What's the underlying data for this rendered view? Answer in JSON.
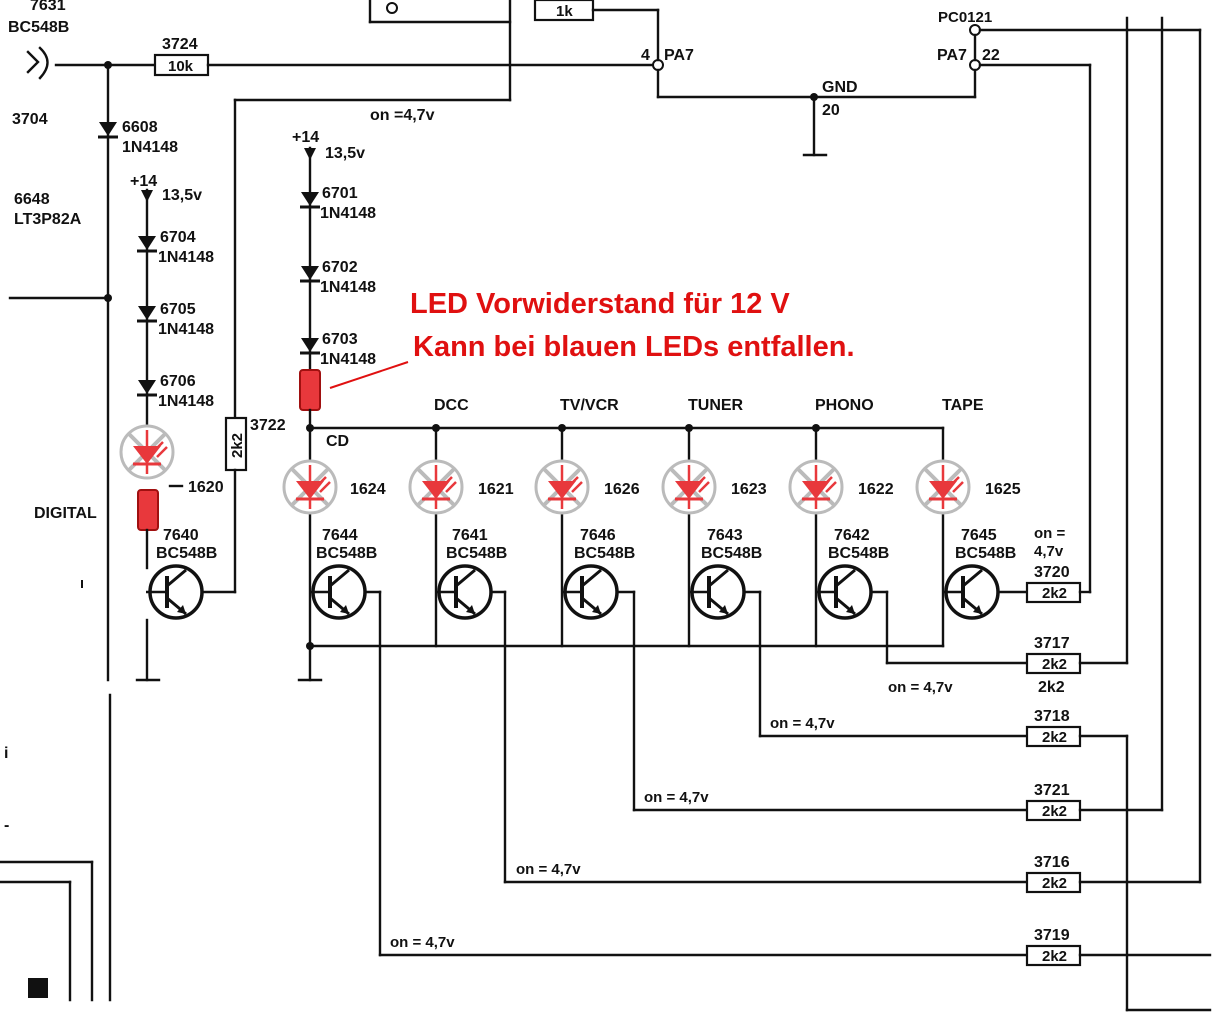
{
  "colors": {
    "ink": "#111111",
    "note": "#e01010",
    "led_red": "#e8383c"
  },
  "top": {
    "part_7631": "7631",
    "part_bc548b_top": "BC548B",
    "r3724_ref": "3724",
    "r3724_val": "10k",
    "part_3704": "3704",
    "top_box_val": "1k",
    "pa7_left_pin": "4",
    "pa7_left": "PA7",
    "conn_top_right": "PC0121",
    "pa7_right": "PA7",
    "pa7_right_pin": "22",
    "gnd": "GND",
    "gnd_pin": "20",
    "on_top": "on =4,7v"
  },
  "left": {
    "d6608": "6608",
    "d6608_type": "1N4148",
    "part_6648": "6648",
    "part_6648_type": "LT3P82A",
    "plus14": "+14",
    "v135": "13,5v",
    "d6704": "6704",
    "d6705": "6705",
    "d6706": "6706",
    "diode_type": "1N4148",
    "led_1620": "1620",
    "digital": "DIGITAL",
    "t7640": "7640",
    "t7640_type": "BC548B",
    "r3722_ref": "3722",
    "r3722_val": "2k2"
  },
  "middle": {
    "plus14": "+14",
    "v135": "13,5v",
    "d6701": "6701",
    "d6702": "6702",
    "d6703": "6703",
    "diode_type": "1N4148"
  },
  "note": {
    "line1": "LED  Vorwiderstand für 12 V",
    "line2": "Kann bei blauen LEDs entfallen."
  },
  "channels": [
    {
      "name": "CD",
      "led": "1624",
      "transistor": "7644",
      "type": "BC548B"
    },
    {
      "name": "DCC",
      "led": "1621",
      "transistor": "7641",
      "type": "BC548B"
    },
    {
      "name": "TV/VCR",
      "led": "1626",
      "transistor": "7646",
      "type": "BC548B"
    },
    {
      "name": "TUNER",
      "led": "1623",
      "transistor": "7643",
      "type": "BC548B"
    },
    {
      "name": "PHONO",
      "led": "1622",
      "transistor": "7642",
      "type": "BC548B"
    },
    {
      "name": "TAPE",
      "led": "1625",
      "transistor": "7645",
      "type": "BC548B"
    }
  ],
  "resistors": [
    {
      "ref": "3720",
      "val": "2k2"
    },
    {
      "ref": "3717",
      "val": "2k2",
      "extra": "2k2"
    },
    {
      "ref": "3718",
      "val": "2k2"
    },
    {
      "ref": "3721",
      "val": "2k2"
    },
    {
      "ref": "3716",
      "val": "2k2"
    },
    {
      "ref": "3719",
      "val": "2k2"
    }
  ],
  "on_labels": {
    "tape_on": "on =",
    "tape_v": "4,7v",
    "phono": "on = 4,7v",
    "tuner": "on = 4,7v",
    "tvvcr": "on = 4,7v",
    "dcc": "on = 4,7v",
    "cd": "on = 4,7v"
  },
  "margin_marks": {
    "m1": "i",
    "m2": "-"
  }
}
